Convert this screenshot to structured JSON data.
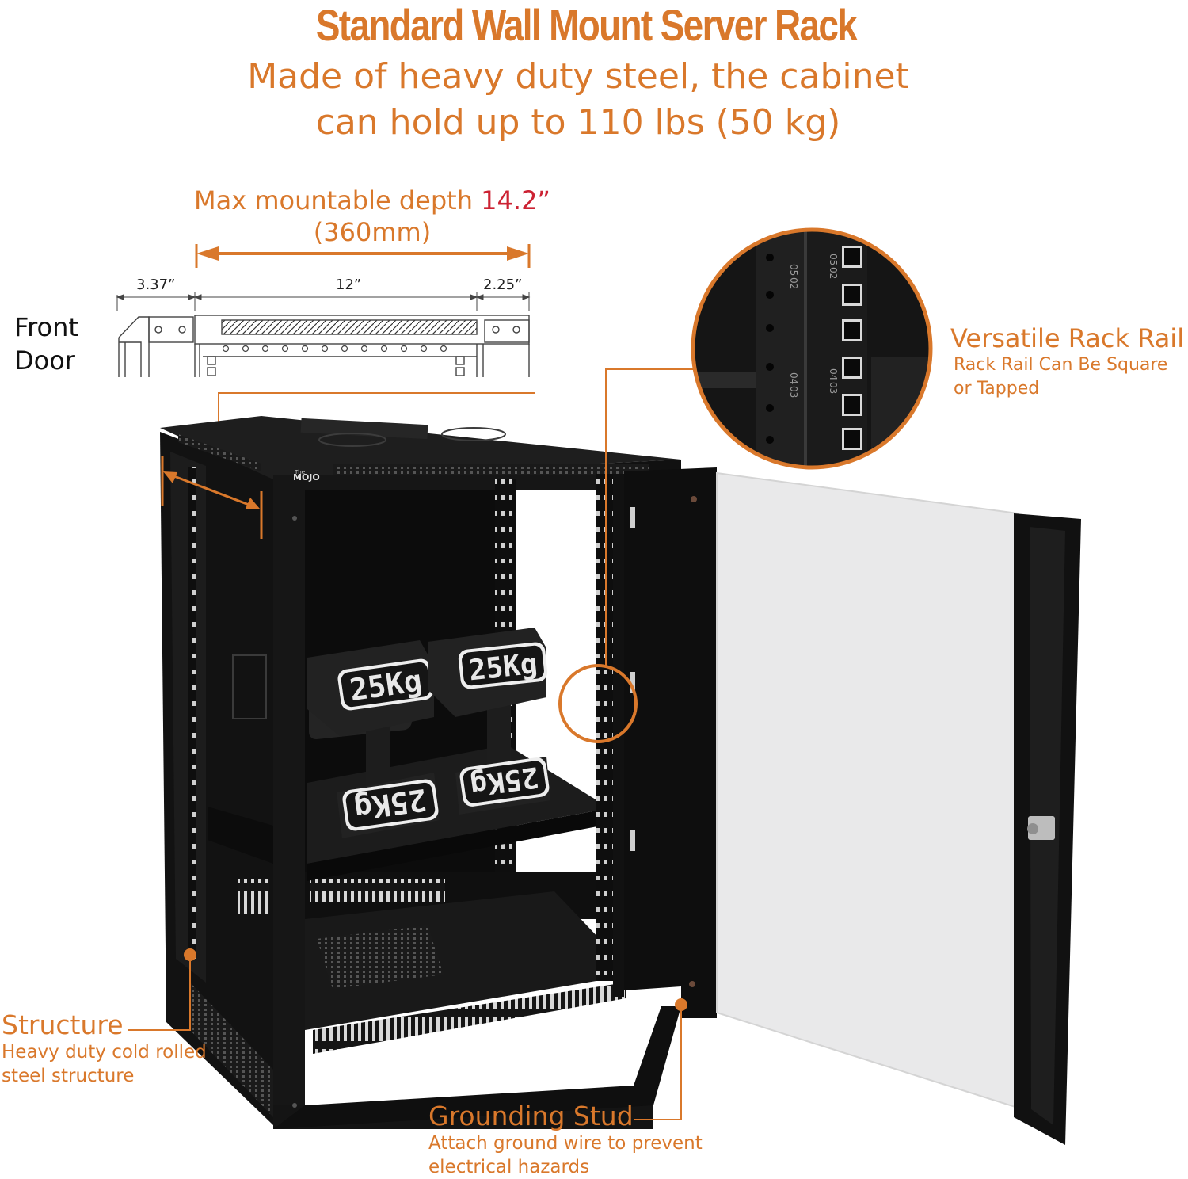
{
  "header": {
    "title": "Standard Wall Mount Server Rack",
    "subtitle_line1": "Made of heavy duty steel, the cabinet",
    "subtitle_line2": "can hold up to 110 lbs (50 kg)"
  },
  "depth_diagram": {
    "label_prefix": "Max mountable depth ",
    "label_value": "14.2”",
    "label_metric": "(360mm)",
    "dim_left": "3.37”",
    "dim_middle": "12”",
    "dim_right": "2.25”",
    "front_door_line1": "Front",
    "front_door_line2": "Door"
  },
  "weights": {
    "label": "25Kg"
  },
  "brand": {
    "logo_small": "The",
    "logo": "MOJO"
  },
  "rail_numbers": [
    "05",
    "02",
    "04",
    "03"
  ],
  "callouts": {
    "rail": {
      "heading": "Versatile Rack Rail",
      "line1": "Rack Rail Can Be Square",
      "line2": "or Tapped"
    },
    "structure": {
      "heading": "Structure",
      "line1": "Heavy duty cold rolled",
      "line2": "steel structure"
    },
    "grounding": {
      "heading": "Grounding Stud",
      "line1": "Attach ground wire to prevent",
      "line2": "electrical hazards"
    }
  },
  "colors": {
    "accent": "#d9782b",
    "highlight": "#cc2233",
    "cabinet": "#141414",
    "glass": "#e9e9ea"
  }
}
